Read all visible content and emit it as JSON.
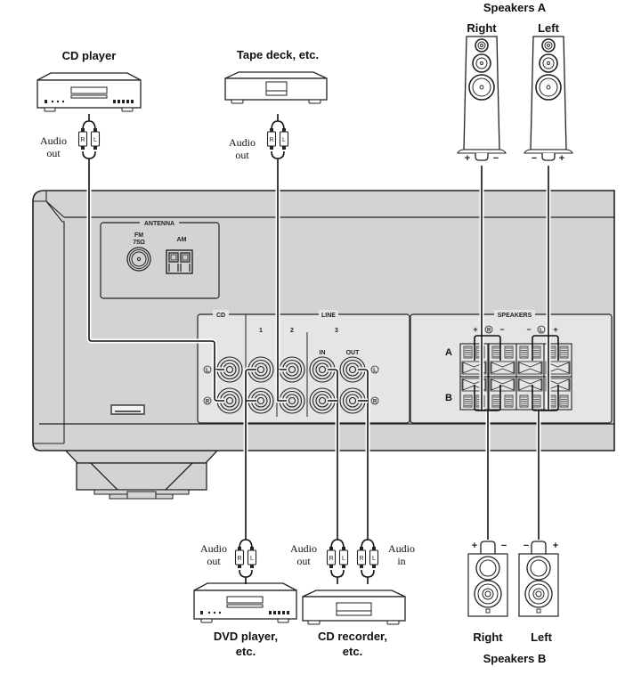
{
  "title": "Receiver connection diagram",
  "colors": {
    "chassis": "#d2d3d3",
    "panel": "#e4e5e5",
    "stroke": "#222222",
    "background": "#ffffff"
  },
  "devices": {
    "cd_player": {
      "label": "CD player",
      "connection": [
        "Audio",
        "out"
      ]
    },
    "tape_deck": {
      "label": "Tape deck, etc.",
      "connection": [
        "Audio",
        "out"
      ]
    },
    "dvd_player": {
      "label": [
        "DVD player,",
        "etc."
      ],
      "connection": [
        "Audio",
        "out"
      ]
    },
    "cd_recorder": {
      "label": [
        "CD recorder,",
        "etc."
      ],
      "connection_out": [
        "Audio",
        "out"
      ],
      "connection_in": [
        "Audio",
        "in"
      ]
    }
  },
  "plugs": {
    "right": "R",
    "left": "L"
  },
  "speakers_a": {
    "title": "Speakers A",
    "right": "Right",
    "left": "Left",
    "plus": "+",
    "minus": "−"
  },
  "speakers_b": {
    "title": "Speakers B",
    "right": "Right",
    "left": "Left",
    "plus": "+",
    "minus": "−"
  },
  "receiver": {
    "antenna": {
      "title": "ANTENNA",
      "fm": "FM",
      "fm_imp": "75Ω",
      "am": "AM"
    },
    "inputs": {
      "cd": "CD",
      "line": "LINE",
      "line1": "1",
      "line2": "2",
      "line3": "3",
      "in": "IN",
      "out": "OUT",
      "left_mark": "L",
      "right_mark": "R"
    },
    "speakers": {
      "title": "SPEAKERS",
      "row_a": "A",
      "row_b": "B",
      "plus": "+",
      "minus": "−",
      "r_mark": "R",
      "l_mark": "L"
    }
  }
}
